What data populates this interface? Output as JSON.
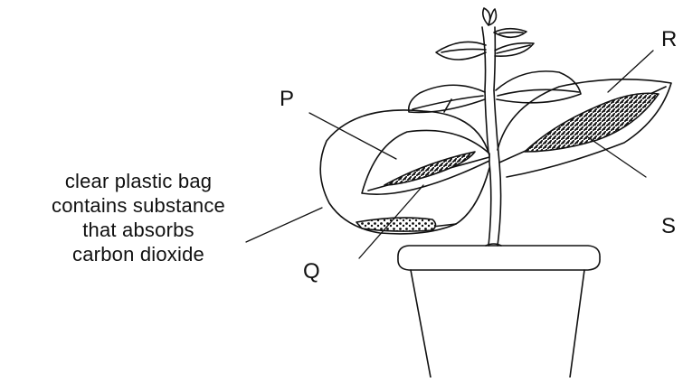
{
  "diagram": {
    "labels": {
      "p": "P",
      "q": "Q",
      "r": "R",
      "s": "S"
    },
    "caption_lines": [
      "clear plastic bag",
      "contains substance",
      "that absorbs",
      "carbon dioxide"
    ],
    "colors": {
      "ink": "#111111",
      "background": "#ffffff"
    }
  }
}
